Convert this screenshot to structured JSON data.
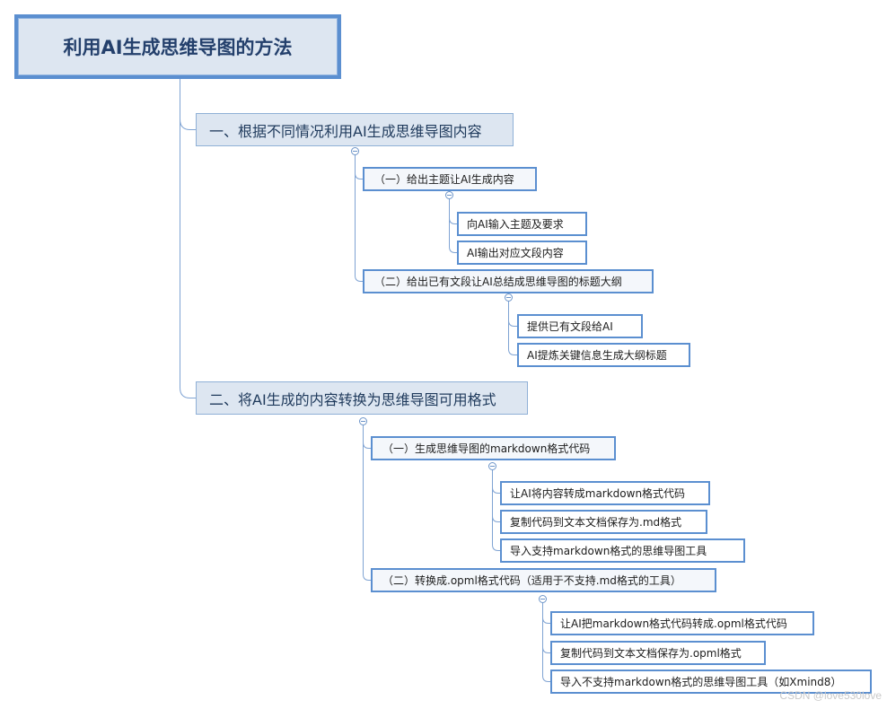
{
  "root": {
    "title": "利用AI生成思维导图的方法"
  },
  "branch1": {
    "label": "一、根据不同情况利用AI生成思维导图内容",
    "sub1": {
      "label": "（一）给出主题让AI生成内容",
      "items": [
        "向AI输入主题及要求",
        "AI输出对应文段内容"
      ]
    },
    "sub2": {
      "label": "（二）给出已有文段让AI总结成思维导图的标题大纲",
      "items": [
        "提供已有文段给AI",
        "AI提炼关键信息生成大纲标题"
      ]
    }
  },
  "branch2": {
    "label": "二、将AI生成的内容转换为思维导图可用格式",
    "sub1": {
      "label": "（一）生成思维导图的markdown格式代码",
      "items": [
        "让AI将内容转成markdown格式代码",
        "复制代码到文本文档保存为.md格式",
        "导入支持markdown格式的思维导图工具"
      ]
    },
    "sub2": {
      "label": "（二）转换成.opml格式代码（适用于不支持.md格式的工具）",
      "items": [
        "让AI把markdown格式代码转成.opml格式代码",
        "复制代码到文本文档保存为.opml格式",
        "导入不支持markdown格式的思维导图工具（如Xmind8）"
      ]
    }
  },
  "watermark": "CSDN @love530love",
  "colors": {
    "accent": "#5b8fd0",
    "connector": "#7fa3d3",
    "node_fill": "#dde6f1"
  }
}
